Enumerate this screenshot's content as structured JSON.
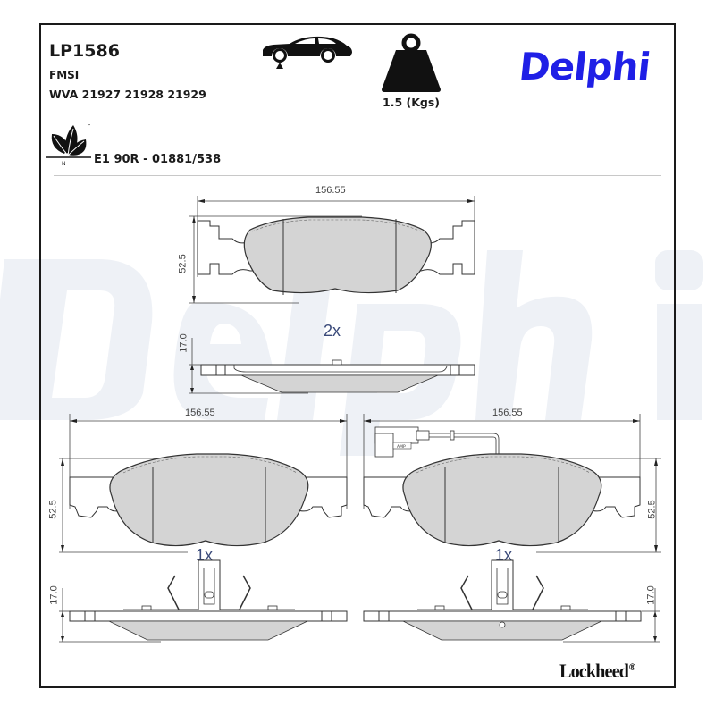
{
  "header": {
    "part_number": "LP1586",
    "fmsi_label": "FMSI",
    "wva": "WVA 21927 21928 21929",
    "weight": "1.5 (Kgs)",
    "approval": "E1 90R - 01881/538",
    "brand": "Delphi",
    "watermark_text": "Delphi",
    "icons": {
      "vehicle_position": "car-front-axle-icon",
      "weight": "weight-icon",
      "eco": "eco-leaf-icon"
    },
    "eco_mark": "N",
    "eco_tm": "™"
  },
  "colors": {
    "brand_blue": "#1f1fe6",
    "friction_fill": "#d4d4d4",
    "watermark": "#eef1f6",
    "outline": "#333333",
    "qty_text": "#3a4a7a"
  },
  "drawings": {
    "top_pad": {
      "width_label": "156.55",
      "height_label": "52.5",
      "thickness_label": "17.0",
      "quantity": "2x"
    },
    "bottom_left_pad": {
      "width_label": "156.55",
      "height_label": "52.5",
      "thickness_label": "17.0",
      "quantity": "1x"
    },
    "bottom_right_pad": {
      "width_label": "156.55",
      "height_label": "52.5",
      "thickness_label": "17.0",
      "quantity": "1x",
      "sensor_label": "AMP"
    }
  },
  "footer": {
    "brand": "Lockheed",
    "registered": "®"
  }
}
